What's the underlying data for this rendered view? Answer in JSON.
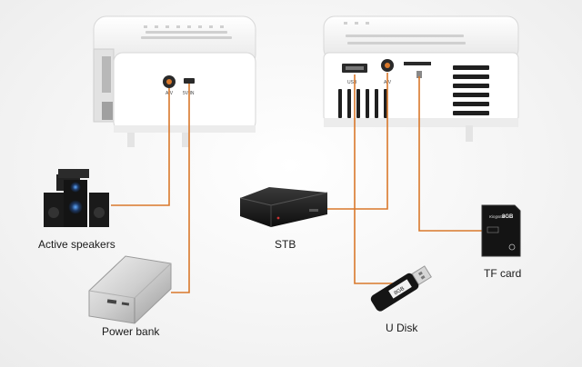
{
  "devices": {
    "speakers": {
      "label": "Active speakers",
      "icon": "speakers-icon"
    },
    "power_bank": {
      "label": "Power bank",
      "icon": "power-bank-icon"
    },
    "stb": {
      "label": "STB",
      "icon": "set-top-box-icon"
    },
    "u_disk": {
      "label": "U Disk",
      "icon": "usb-drive-icon",
      "marking": "8GB"
    },
    "tf_card": {
      "label": "TF card",
      "icon": "sd-card-icon",
      "brand": "Kingston",
      "capacity": "8GB"
    }
  },
  "ports": {
    "audio": "A/V",
    "dc_in": "5V IN",
    "usb": "USB",
    "av": "A/V"
  },
  "colors": {
    "connector_line": "#d9782b",
    "device_body": "#ffffff",
    "background": "#f6f6f6"
  }
}
